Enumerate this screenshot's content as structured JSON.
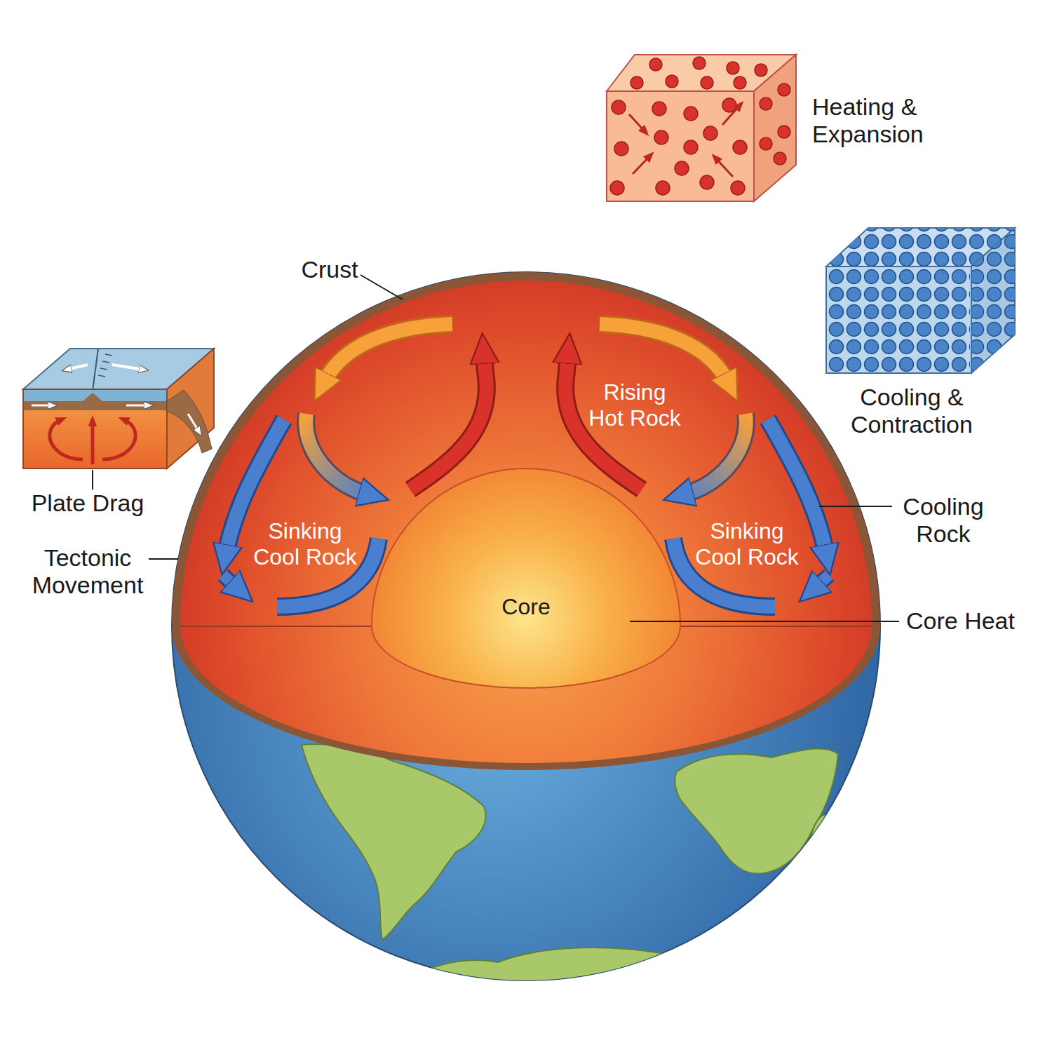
{
  "diagram": {
    "nodes": [
      {
        "text": [
          "Heating & Expansion"
        ]
      },
      {
        "text": [
          "Cooling & Contraction"
        ]
      },
      {
        "text": [
          "Rising Hot Rock",
          "Sinking Cool Rock",
          "Sinking Cool Rock"
        ]
      },
      {
        "text": [
          "Core"
        ],
        "in": 2
      }
    ],
    "labels": [
      "Crust",
      "Cooling Rock",
      "Core Heat",
      "Tectonic Movement",
      "Plate Drag"
    ]
  }
}
